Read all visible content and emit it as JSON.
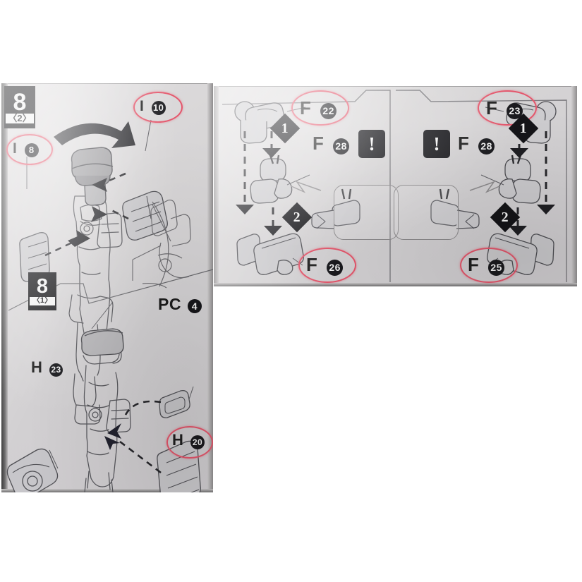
{
  "document": {
    "kind": "model-kit-instruction-manual-photo",
    "background_color": "#ffffff",
    "page_color": "#d6d4d5",
    "highlight_color": "#e4566b",
    "ink_color": "#4a4a4e"
  },
  "left_page": {
    "step_badges": [
      {
        "name": "step-8-2",
        "number": "8",
        "sub": "〈2〉"
      },
      {
        "name": "step-8-1",
        "number": "8",
        "sub": "〈1〉"
      }
    ],
    "part_labels": [
      {
        "id": "i10",
        "prefix": "I",
        "num": "10",
        "highlighted": true
      },
      {
        "id": "i8",
        "prefix": "I",
        "num": "8",
        "highlighted": true
      },
      {
        "id": "pc4",
        "prefix": "PC",
        "num": "4",
        "highlighted": false
      },
      {
        "id": "h23",
        "prefix": "H",
        "num": "23",
        "highlighted": false
      },
      {
        "id": "h20",
        "prefix": "H",
        "num": "20",
        "highlighted": true
      }
    ]
  },
  "right_page": {
    "sub_panels": [
      {
        "id": "left-half",
        "part_labels": [
          {
            "id": "f22",
            "prefix": "F",
            "num": "22",
            "highlighted": true
          },
          {
            "id": "f28",
            "prefix": "F",
            "num": "28",
            "highlighted": false
          },
          {
            "id": "f26",
            "prefix": "F",
            "num": "26",
            "highlighted": true
          }
        ],
        "sequence_markers": [
          "1",
          "2"
        ],
        "warning_icon": "!"
      },
      {
        "id": "right-half",
        "part_labels": [
          {
            "id": "f23",
            "prefix": "F",
            "num": "23",
            "highlighted": true
          },
          {
            "id": "f28b",
            "prefix": "F",
            "num": "28",
            "highlighted": false
          },
          {
            "id": "f25",
            "prefix": "F",
            "num": "25",
            "highlighted": true
          }
        ],
        "sequence_markers": [
          "1",
          "2"
        ],
        "warning_icon": "!"
      }
    ]
  }
}
